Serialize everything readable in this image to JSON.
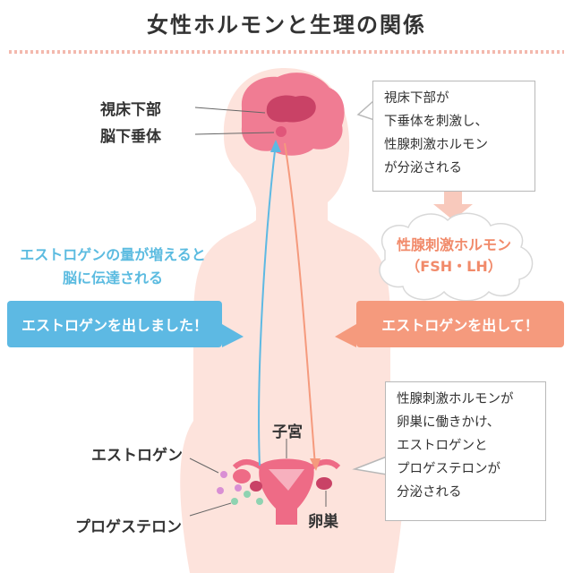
{
  "title": "女性ホルモンと生理の関係",
  "labels": {
    "hypothalamus": "視床下部",
    "pituitary": "脳下垂体",
    "uterus": "子宮",
    "ovary": "卵巣",
    "estrogen": "エストロゲン",
    "progesterone": "プロゲステロン"
  },
  "notes": {
    "top": [
      "視床下部が",
      "下垂体を刺激し、",
      "性腺刺激ホルモン",
      "が分泌される"
    ],
    "bottom": [
      "性腺刺激ホルモンが",
      "卵巣に働きかけ、",
      "エストロゲンと",
      "プロゲステロンが",
      "分泌される"
    ]
  },
  "cloud": {
    "line1": "性腺刺激ホルモン",
    "line2": "（FSH・LH）"
  },
  "feedback_text": [
    "エストロゲンの量が増えると",
    "脳に伝達される"
  ],
  "bubbles": {
    "left": "エストロゲンを出しました！",
    "right": "エストロゲンを出して！"
  },
  "colors": {
    "body": "#fde3dc",
    "organ": "#ee6b86",
    "blue": "#5db9e3",
    "orange": "#f59a7d",
    "estrogen_dot": "#d98fd4",
    "progesterone_dot": "#8fd3b1"
  }
}
